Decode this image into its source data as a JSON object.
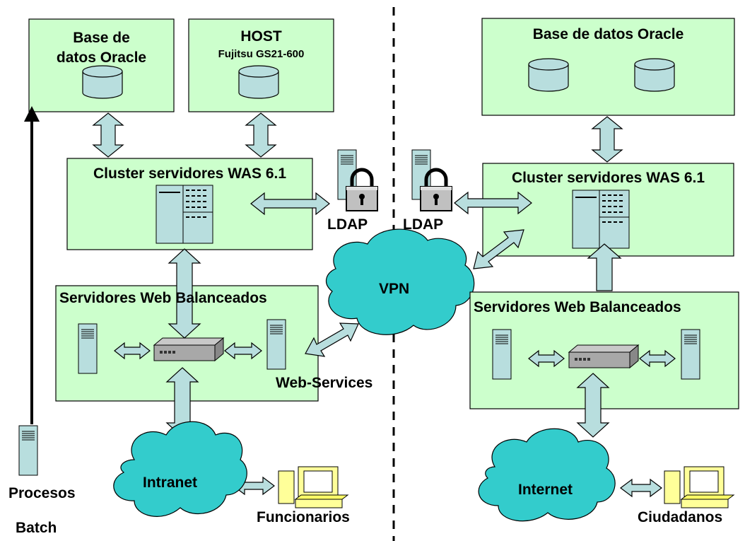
{
  "left": {
    "db_box_title": "Base de datos Oracle",
    "db_box_line1": "Base de",
    "db_box_line2": "datos Oracle",
    "host_title": "HOST",
    "host_subtitle": "Fujitsu GS21-600",
    "cluster_title": "Cluster servidores WAS 6.1",
    "web_title": "Servidores Web Balanceados",
    "ldap": "LDAP",
    "webservices": "Web-Services",
    "intranet": "Intranet",
    "funcionarios": "Funcionarios",
    "procesos_line1": "Procesos",
    "procesos_line2": "Batch"
  },
  "center": {
    "vpn": "VPN"
  },
  "right": {
    "db_box_title": "Base de datos Oracle",
    "cluster_title": "Cluster servidores WAS 6.1",
    "web_title": "Servidores Web Balanceados",
    "ldap": "LDAP",
    "internet": "Internet",
    "ciudadanos": "Ciudadanos"
  },
  "colors": {
    "box_fill": "#ccffcc",
    "cylinder_fill": "#b8dede",
    "cloud_fill": "#33cccc",
    "arrow_fill": "#b8dede",
    "monitor_fill": "#ffff99"
  }
}
